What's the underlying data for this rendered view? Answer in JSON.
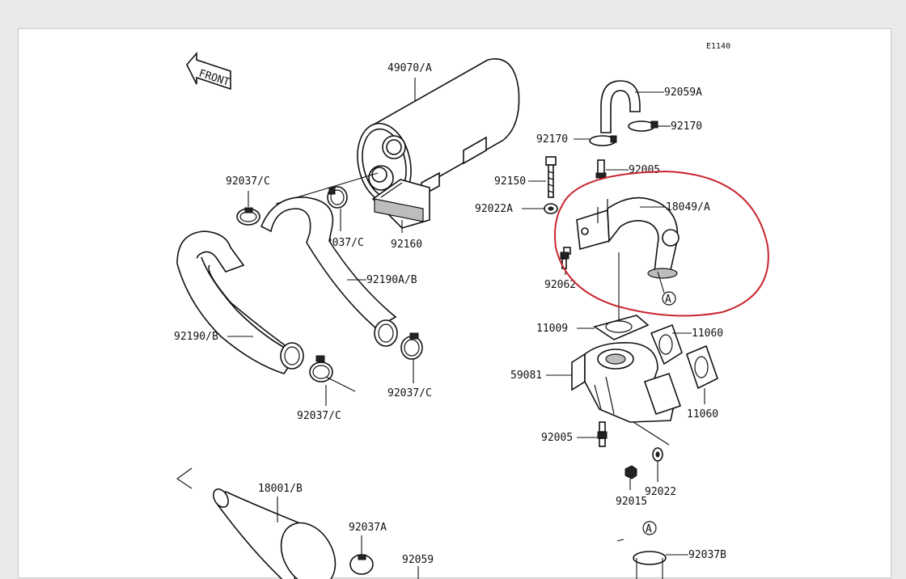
{
  "diagram_code": "E1140",
  "front_arrow_text": "FRONT",
  "labels": {
    "l_49070A": "49070/A",
    "l_92059A": "92059A",
    "l_92170_right": "92170",
    "l_92170_left": "92170",
    "l_92150": "92150",
    "l_92005_top": "92005",
    "l_18049A": "18049/A",
    "l_92022A": "92022A",
    "l_92062": "92062",
    "l_A_callout": "A",
    "l_92037C_left": "92037/C",
    "l_92037C_mid": "92037/C",
    "l_92160": "92160",
    "l_92190AB": "92190A/B",
    "l_92190B": "92190/B",
    "l_92037C_bottom": "92037/C",
    "l_92037C_right": "92037/C",
    "l_11009": "11009",
    "l_11060_top": "11060",
    "l_11060_bottom": "11060",
    "l_59081": "59081",
    "l_92005_bottom": "92005",
    "l_92022": "92022",
    "l_92015": "92015",
    "l_18001B": "18001/B",
    "l_92037A": "92037A",
    "l_92059": "92059",
    "l_A_bottom": "A",
    "l_92037B": "92037B"
  },
  "colors": {
    "highlight_circle": "#c8262f",
    "line": "#111111",
    "paper": "#ffffff",
    "backdrop": "#e9e9e9"
  }
}
